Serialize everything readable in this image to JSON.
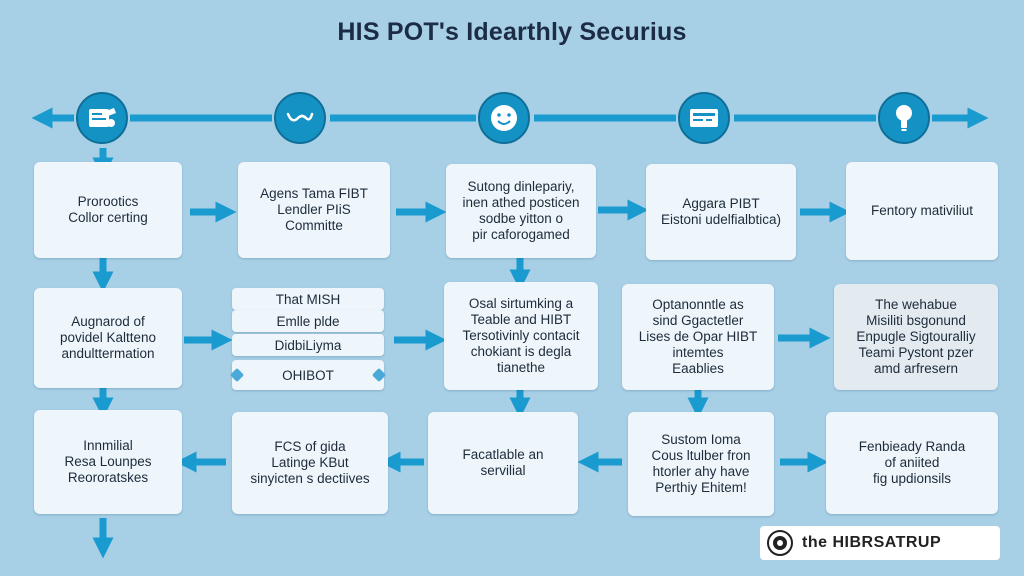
{
  "title": "HIS POT's Idearthly Securius",
  "icons": [
    {
      "name": "document-stamp-icon"
    },
    {
      "name": "chain-link-icon"
    },
    {
      "name": "smiling-face-icon"
    },
    {
      "name": "id-card-icon"
    },
    {
      "name": "lightbulb-icon"
    }
  ],
  "row1": [
    "Prorootics\nCollor certing",
    "Agens Tama FIBT\nLendler PIiS\nCommitte",
    "Sutong dinlepariy,\ninen athed posticen\nsodbe yitton o\npir caforogamed",
    "Aggara PIBT\nEistoni udelfialbtica)",
    "Fentory mativiliut"
  ],
  "row2": {
    "box1": "Augnarod of\npovidel Kaltteno\nandulttermation",
    "stack": [
      "That MISH",
      "Emlle plde",
      "DidbiLiyma",
      "OHIBOT"
    ],
    "box3": "Osal sirtumking a\nTeable and HIBT\nTersotivinly contacit\nchokiant is degla\ntianethe",
    "box4": "Optanonntle as\nsind Ggactetler\nLises de Opar HIBT\nintemtes\nEaablies",
    "box5": "The wehabue\nMisiliti bsgonund\nEnpugle Sigtouralliy\nTeami Pystont pzer\namd arfresern"
  },
  "row3": [
    "Innmilial\nResa Lounpes\nReororatskes",
    "FCS of gida\nLatinge KBut\nsinyicten s dectiives",
    "Facatlable an\nservilial",
    "Sustom Ioma\nCous ltulber fron\nhtorler ahy have\nPerthiy Ehitem!",
    "Fenbieady Randa\nof aniited\nfig updionsils"
  ],
  "logo": {
    "prefix": "the",
    "name": "HIBRSATRUP"
  }
}
